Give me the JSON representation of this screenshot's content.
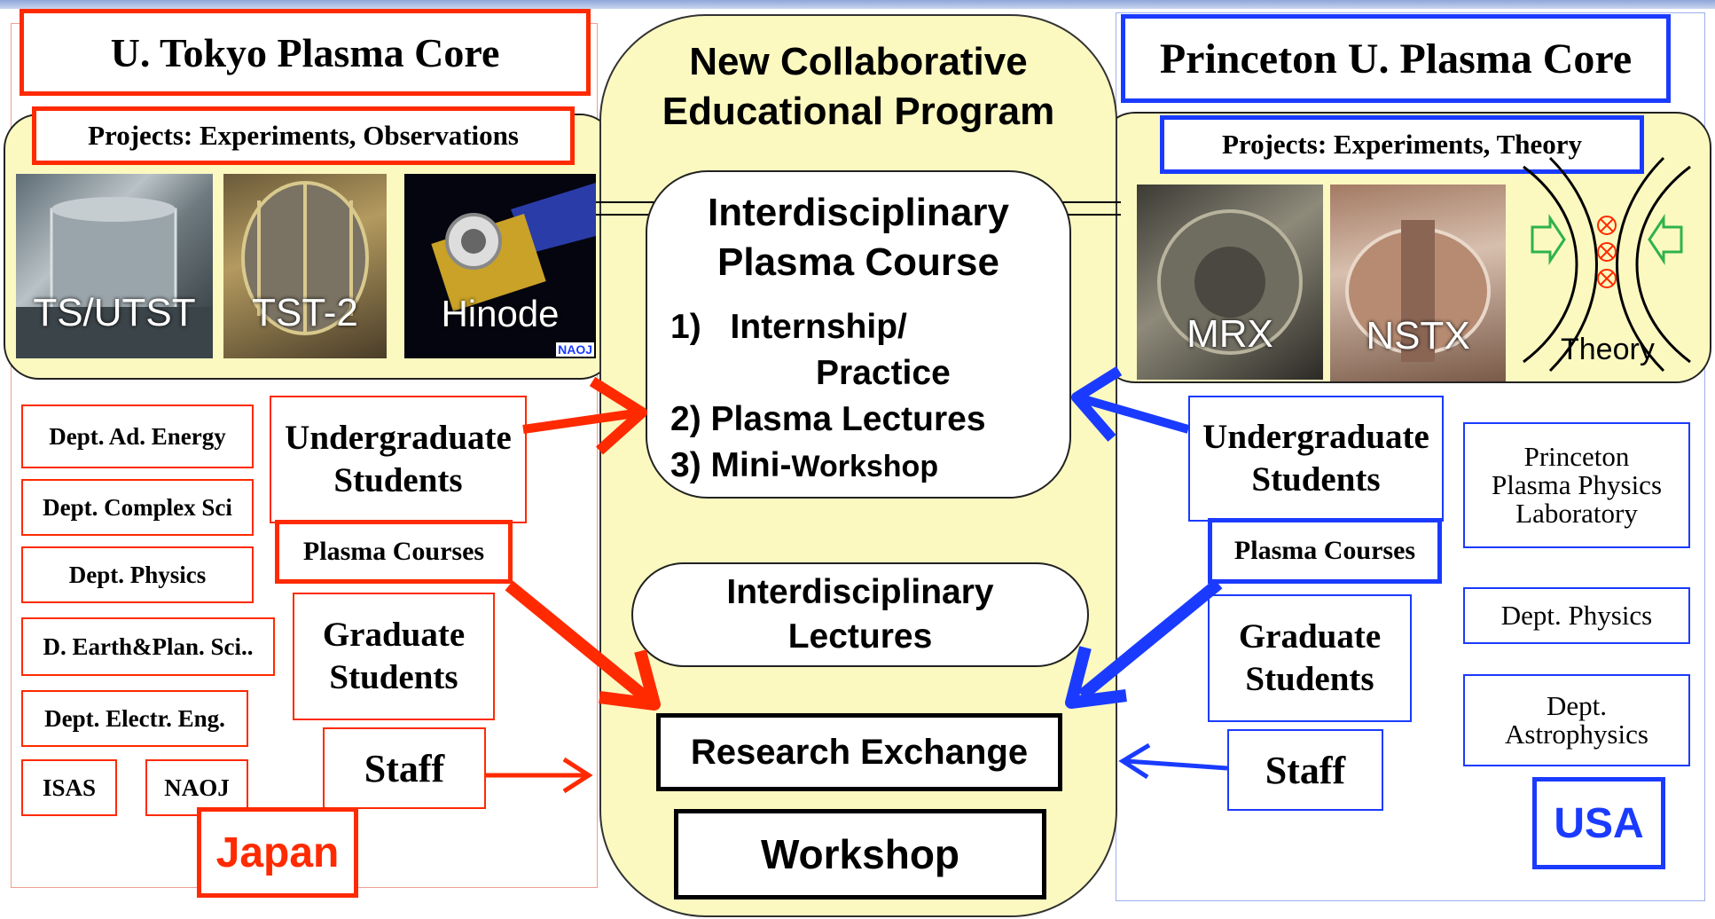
{
  "center": {
    "title_line1": "New Collaborative",
    "title_line2": "Educational Program",
    "course_title_line1": "Interdisciplinary",
    "course_title_line2": "Plasma Course",
    "course_item1_num": "1)",
    "course_item1_a": "Internship/",
    "course_item1_b": "Practice",
    "course_item2": "2) Plasma Lectures",
    "course_item3_a": "3) Mini-",
    "course_item3_b": "Workshop",
    "lectures_line1": "Interdisciplinary",
    "lectures_line2": "Lectures",
    "research": "Research Exchange",
    "workshop": "Workshop"
  },
  "left": {
    "header": "U. Tokyo Plasma Core",
    "projects": "Projects: Experiments, Observations",
    "photos": [
      "TS/UTST",
      "TST-2",
      "Hinode"
    ],
    "naoj_mark": "NAOJ",
    "depts": [
      "Dept. Ad. Energy",
      "Dept. Complex Sci",
      "Dept. Physics",
      "D. Earth&Plan. Sci..",
      "Dept. Electr. Eng.",
      "ISAS",
      "NAOJ"
    ],
    "undergrad_line1": "Undergraduate",
    "undergrad_line2": "Students",
    "courses": "Plasma Courses",
    "grad_line1": "Graduate",
    "grad_line2": "Students",
    "staff": "Staff",
    "country": "Japan"
  },
  "right": {
    "header": "Princeton U. Plasma Core",
    "projects": "Projects: Experiments, Theory",
    "photos": [
      "MRX",
      "NSTX",
      "Theory"
    ],
    "undergrad_line1": "Undergraduate",
    "undergrad_line2": "Students",
    "courses": "Plasma Courses",
    "grad_line1": "Graduate",
    "grad_line2": "Students",
    "staff": "Staff",
    "pppl_line1": "Princeton",
    "pppl_line2": "Plasma Physics",
    "pppl_line3": "Laboratory",
    "dept_physics": "Dept. Physics",
    "astro_line1": "Dept.",
    "astro_line2": "Astrophysics",
    "country": "USA"
  },
  "colors": {
    "red": "#ff2a00",
    "blue": "#1a3bff",
    "pale_yellow": "#fbf9c0"
  }
}
